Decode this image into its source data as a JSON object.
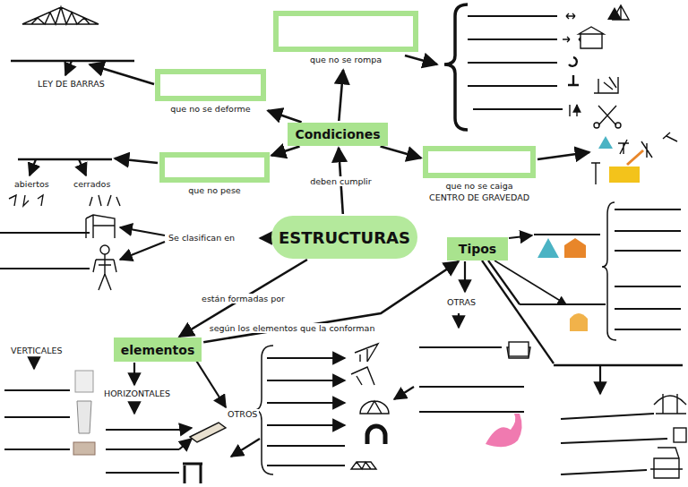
{
  "diagram": {
    "nodes": [
      {
        "text": [
          "ESTRUCTURAS"
        ]
      },
      {
        "text": [
          "Condiciones"
        ]
      },
      {
        "text": [
          "que no se rompa"
        ]
      },
      {
        "text": [
          "que no se deforme"
        ]
      },
      {
        "text": [
          "que no pese"
        ]
      },
      {
        "text": [
          "que no se caiga",
          "CENTRO DE GRAVEDAD"
        ]
      },
      {
        "text": [
          "Tipos"
        ]
      },
      {
        "text": [
          "elementos"
        ]
      }
    ],
    "edges": [
      {
        "from": 0,
        "to": 1,
        "label": "deben cumplir",
        "arrow": "to"
      },
      {
        "from": 1,
        "to": 2,
        "arrow": "to"
      },
      {
        "from": 1,
        "to": 3,
        "arrow": "to"
      },
      {
        "from": 1,
        "to": 4,
        "arrow": "to"
      },
      {
        "from": 1,
        "to": 5,
        "arrow": "to"
      },
      {
        "from": 0,
        "to": 7,
        "label": "están formadas por",
        "arrow": "to"
      },
      {
        "from": 7,
        "to": 6,
        "label": "según los elementos que la conforman",
        "arrow": "to"
      }
    ],
    "labels": [
      "LEY DE BARRAS",
      "abiertos",
      "cerrados",
      "Se clasifican en",
      "OTRAS",
      "VERTICALES",
      "HORIZONTALES",
      "OTROS"
    ]
  }
}
